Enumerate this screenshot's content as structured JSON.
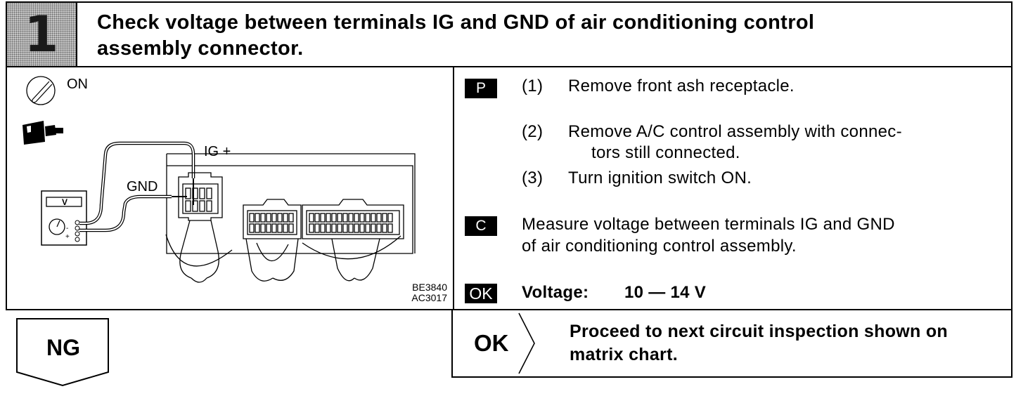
{
  "header": {
    "step_number": "1",
    "title_line1": "Check voltage between terminals IG and GND of air conditioning control",
    "title_line2": "assembly connector."
  },
  "diagram": {
    "switch_label": "ON",
    "meter_display": "V",
    "ig_label": "IG +",
    "gnd_label": "GND",
    "code_1": "BE3840",
    "code_2": "AC3017"
  },
  "procedure": {
    "p_tag": "P",
    "steps": [
      {
        "num": "(1)",
        "line1": "Remove front ash receptacle."
      },
      {
        "num": "(2)",
        "line1": "Remove A/C control assembly with connec-",
        "line2": "tors still connected."
      },
      {
        "num": "(3)",
        "line1": "Turn ignition switch ON."
      }
    ],
    "c_tag": "C",
    "check_line1": "Measure voltage between terminals IG and GND",
    "check_line2": "of air conditioning control assembly.",
    "ok_tag": "OK",
    "voltage_label": "Voltage:",
    "voltage_value": "10 — 14 V"
  },
  "result": {
    "ok_label": "OK",
    "ok_line1": "Proceed to next circuit inspection shown on",
    "ok_line2": "matrix chart.",
    "ng_label": "NG"
  }
}
